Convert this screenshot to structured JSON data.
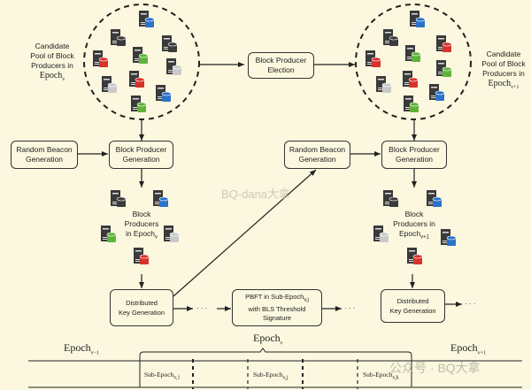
{
  "pools": {
    "left": {
      "label_lines": [
        "Candidate",
        "Pool of Block",
        "Producers in"
      ],
      "epoch_label": "Epoch",
      "epoch_sub": "v"
    },
    "right": {
      "label_lines": [
        "Candidate",
        "Pool of Block",
        "Producers in"
      ],
      "epoch_label": "Epoch",
      "epoch_sub": "v+1"
    }
  },
  "boxes": {
    "election": [
      "Block Producer",
      "Election"
    ],
    "beacon_left": [
      "Random Beacon",
      "Generation"
    ],
    "bpgen_left": [
      "Block Producer",
      "Generation"
    ],
    "beacon_right": [
      "Random Beacon",
      "Generation"
    ],
    "bpgen_right": [
      "Block Producer",
      "Generation"
    ],
    "dkg_left": [
      "Distributed",
      "Key Generation"
    ],
    "pbft": {
      "line1": "PBFT in Sub-Epoch",
      "line1_sub": "v,j",
      "line2": "with BLS Threshold",
      "line3": "Signature"
    },
    "dkg_right": [
      "Distributed",
      "Key Generation"
    ]
  },
  "producers": {
    "left": {
      "lines": [
        "Block",
        "Producers",
        "in Epoch"
      ],
      "sub": "v"
    },
    "right": {
      "lines": [
        "Block",
        "Producers in",
        "Epoch"
      ],
      "sub": "v+1"
    }
  },
  "ellipsis": "· · ·",
  "timeline": {
    "epoch_prev": {
      "label": "Epoch",
      "sub": "v−1"
    },
    "epoch_cur": {
      "label": "Epoch",
      "sub": "v"
    },
    "epoch_next": {
      "label": "Epoch",
      "sub": "v+1"
    },
    "sub_epochs": [
      {
        "label": "Sub-Epoch",
        "sub": "v,1"
      },
      {
        "label": "Sub-Epoch",
        "sub": "v,j"
      },
      {
        "label": "Sub-Epoch",
        "sub": "v,k"
      }
    ]
  },
  "watermarks": {
    "center": "BQ-dana大拿",
    "bottom": "公众号 · BQ大拿"
  },
  "colors": {
    "background": "#fbf8df",
    "server": "#3a3a3a",
    "blue": "#2a73c8",
    "red": "#d6332b",
    "green": "#5fb33a",
    "gray": "#c9c9c9",
    "dark": "#3a3a3a"
  }
}
